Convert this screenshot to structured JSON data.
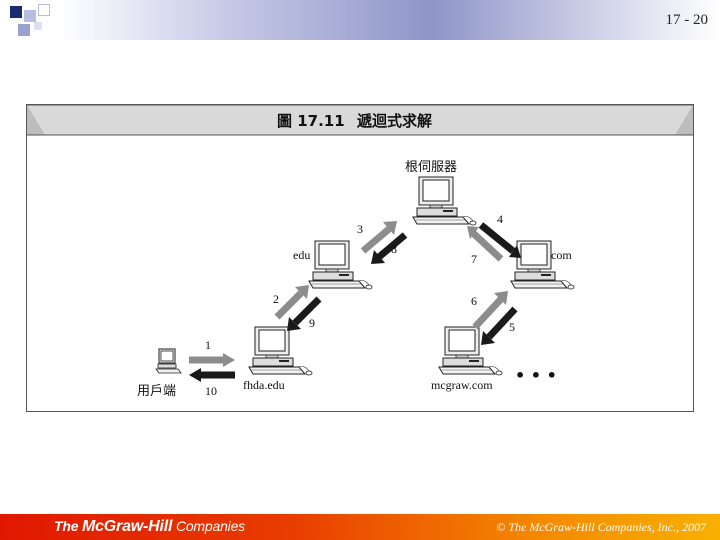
{
  "slide": {
    "number": "17 - 20"
  },
  "figure": {
    "title_number": "圖 17.11",
    "title_text": "遞迴式求解",
    "nodes": {
      "root": "根伺服器",
      "edu": "edu",
      "com": "com",
      "fhda": "fhda.edu",
      "mcgraw": "mcgraw.com",
      "client": "用戶端"
    },
    "steps": [
      "1",
      "2",
      "3",
      "4",
      "5",
      "6",
      "7",
      "8",
      "9",
      "10"
    ],
    "ellipsis": "• • •"
  },
  "footer": {
    "logo_the": "The ",
    "logo_name": "McGraw-Hill",
    "logo_companies": " Companies",
    "copyright": "© The McGraw-Hill Companies, Inc., 2007"
  },
  "colors": {
    "footer_start": "#e01800",
    "footer_end": "#f8b000",
    "arrow_gray": "#8c8c8c",
    "arrow_dark": "#1a1a1a"
  }
}
